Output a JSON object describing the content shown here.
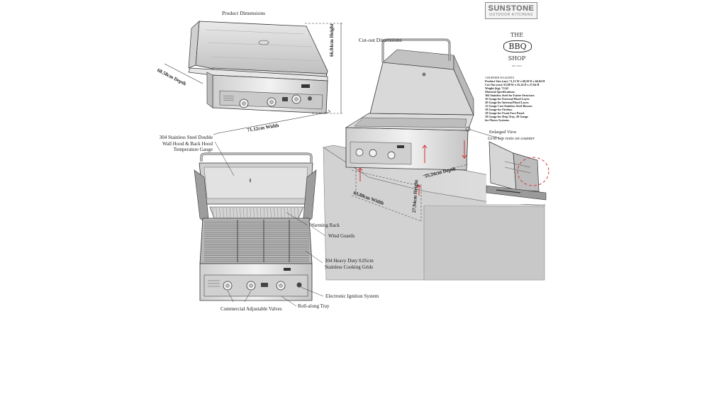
{
  "headings": {
    "product_dimensions": "Product Dimensions",
    "cutout_dimensions": "Cut-out Dimensions",
    "enlarged_view": "Enlarged View",
    "grill_lip": "Grill Lip rests on counter"
  },
  "brand": {
    "name": "SUNSTONE",
    "tagline": "OUTDOOR KITCHENS"
  },
  "shop_logo": {
    "line1": "THE",
    "line2": "BBQ",
    "line3": "SHOP",
    "small": "EST. 2017"
  },
  "specs": {
    "title": "3 BURNER W/LIGHTS",
    "lines": [
      "Product Size (cm): 71,12 W x 68,58 D x 66,04 H",
      "Cut Out (cm): 63,88 W x 55,24 D x 27,94 H",
      "Weight (kg): 72,62",
      "Material Specifications:",
      "304 Stainless Steel for Entire Structure.",
      "16 Gauge for External Hood Layer.",
      "20 Gauge for Internal Hood Layer.",
      "12 Gauge Cast Stainless Steel Burner.",
      "18 Gauge for Firebox.",
      "18 Gauge for Front Face Panel.",
      "18 Gauge for Drip Tray, 20 Gauge",
      "for Flavor Systems."
    ]
  },
  "dimensions": {
    "product_depth": "68.58cm Depth",
    "product_height": "66.04cm Height",
    "product_width": "71.12cm Width",
    "cutout_width": "63.88cm Width",
    "cutout_height": "27.94cm Height",
    "cutout_depth": "55.24cm Depth"
  },
  "callouts": {
    "hood": [
      "304 Stainless Steel Double",
      "Wall Hood & Back Hood",
      "Temperature Gauge"
    ],
    "warming_rack": "Warming Rack",
    "wind_guards": "Wind Guards",
    "grids": [
      "304 Heavy Duty 0,05cm",
      "Stainless Cooking Grids"
    ],
    "ignition": "Electronic Ignition System",
    "tray": "Roll-along Tray",
    "valves": "Commercial Adjustable Valves"
  }
}
